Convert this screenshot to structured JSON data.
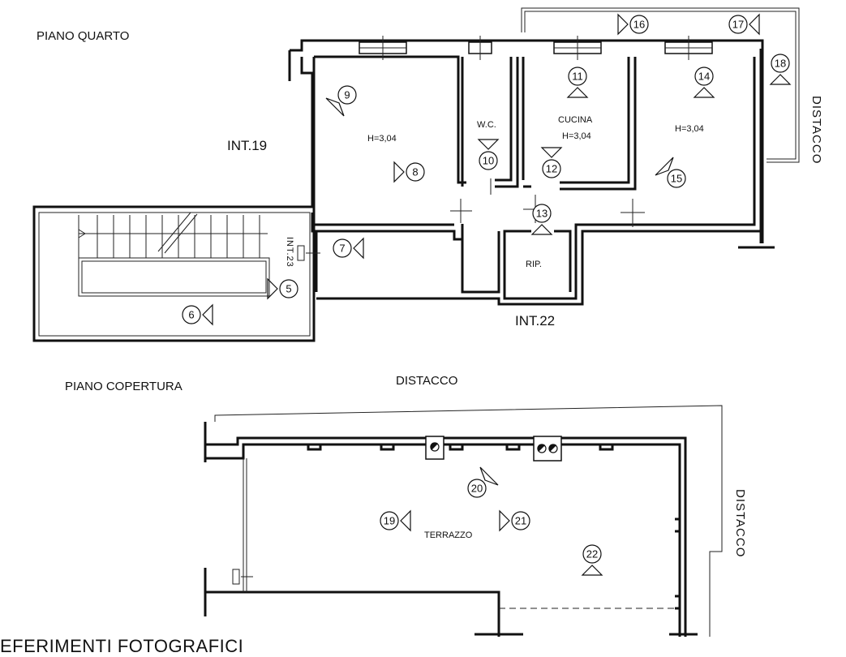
{
  "floors": {
    "upper_title": "PIANO QUARTO",
    "lower_title": "PIANO COPERTURA"
  },
  "units": {
    "int19": "INT.19",
    "int22": "INT.22",
    "int23": "INT.23"
  },
  "rooms": {
    "room_left_height": "H=3,04",
    "wc": "W.C.",
    "kitchen": "CUCINA",
    "kitchen_height": "H=3,04",
    "room_right_height": "H=3,04",
    "storage": "RIP.",
    "terrace": "TERRAZZO"
  },
  "distacco": {
    "upper_right": "DISTACCO",
    "lower_top": "DISTACCO",
    "lower_right": "DISTACCO"
  },
  "cameras": [
    "5",
    "6",
    "7",
    "8",
    "9",
    "10",
    "11",
    "12",
    "13",
    "14",
    "15",
    "16",
    "17",
    "18",
    "19",
    "20",
    "21",
    "22"
  ],
  "footer": {
    "caption": "EFERIMENTI FOTOGRAFICI"
  }
}
